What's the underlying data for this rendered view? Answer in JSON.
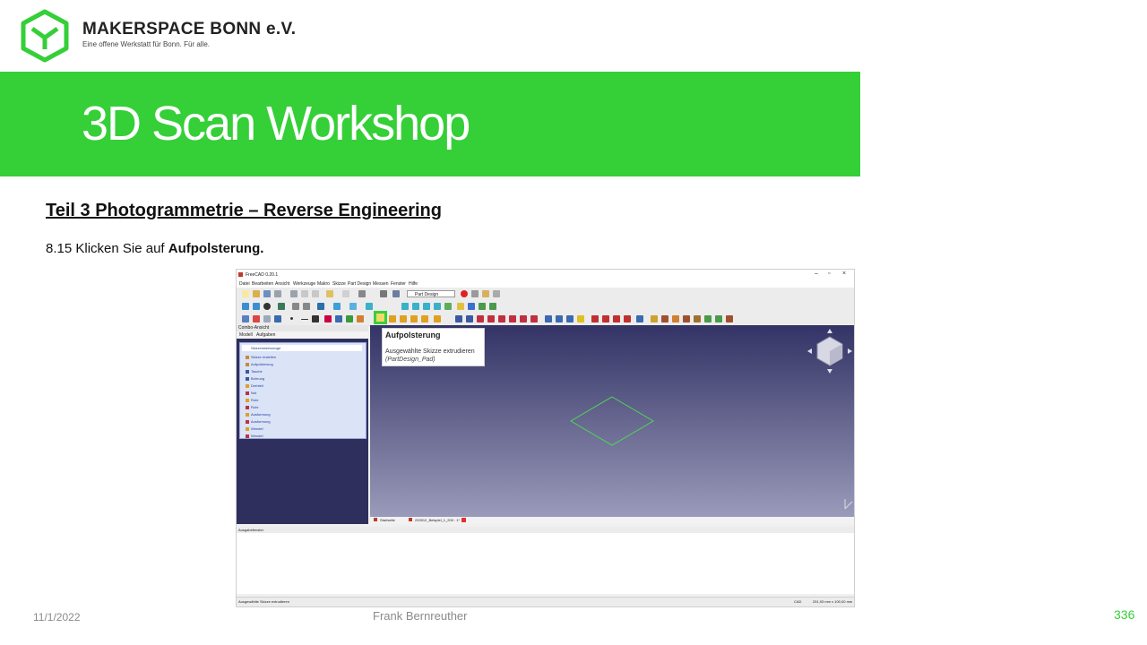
{
  "header": {
    "logo_icon": "hex-box-logo-icon",
    "org_name": "MAKERSPACE BONN e.V.",
    "org_tagline": "Eine offene Werkstatt für Bonn. Für alle.",
    "brand_color": "#35cf38"
  },
  "banner": {
    "title": "3D Scan Workshop"
  },
  "content": {
    "subtitle": "Teil 3  Photogrammetrie  – Reverse Engineering",
    "step_number": "8.15 Klicken Sie auf",
    "step_target": "Aufpolsterung."
  },
  "screenshot": {
    "app_title": "FreeCAD 0.20.1",
    "window_controls": {
      "min": "–",
      "max": "▫",
      "close": "×"
    },
    "menu": [
      "Datei",
      "Bearbeiten",
      "Ansicht",
      "Werkzeuge",
      "Makro",
      "Skizze",
      "Part Design",
      "Messen",
      "Fenster",
      "Hilfe"
    ],
    "workbench": "Part Design",
    "combo_title": "Combo-Ansicht",
    "combo_tabs": [
      "Modell",
      "Aufgaben"
    ],
    "task_panel_title": "Skizzenwerkzeuge",
    "task_items": [
      "Skizze erstellen",
      "Aufpolsterung",
      "Tasche",
      "Bohrung",
      "Drehteil",
      "Nut",
      "Rohr",
      "Rohr",
      "Ausformung",
      "Ausformung",
      "Wendel",
      "Wendel"
    ],
    "view_tabs": [
      "Startseite",
      "220912_Beispiel_1_200 : 1*"
    ],
    "tooltip": {
      "title": "Aufpolsterung",
      "description": "Ausgewählte Skizze extrudieren",
      "command": "(PartDesign_Pad)"
    },
    "report_title": "Ausgabefenster",
    "status_text": "Ausgewählte Skizze extrudieren",
    "nav_style": "CAD",
    "dimensions": "251,93 mm x 100,00 mm"
  },
  "footer": {
    "date": "11/1/2022",
    "author": "Frank Bernreuther",
    "page": "336"
  }
}
